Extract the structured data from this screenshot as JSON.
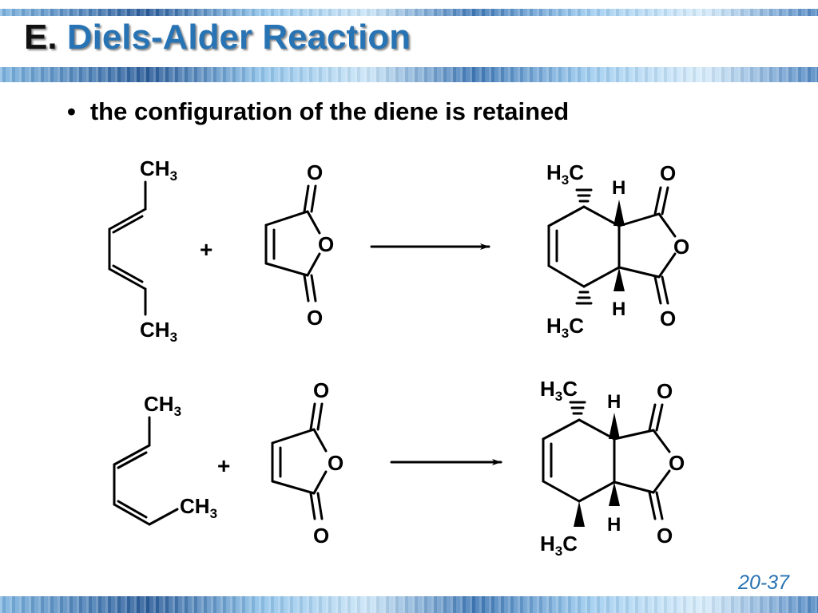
{
  "slide": {
    "title_prefix": "E.",
    "title_main": "Diels-Alder Reaction",
    "bullet_text": "the configuration of the diene is retained",
    "bullet_symbol": "•",
    "page_number": "20-37"
  },
  "labels": {
    "plus": "+",
    "o": "O",
    "h": "H",
    "ch": "CH",
    "h_left": "H",
    "c": "C",
    "subscript": "3"
  },
  "colors": {
    "title_accent": "#2773b3",
    "text": "#000000",
    "band": "#4f86c2"
  }
}
